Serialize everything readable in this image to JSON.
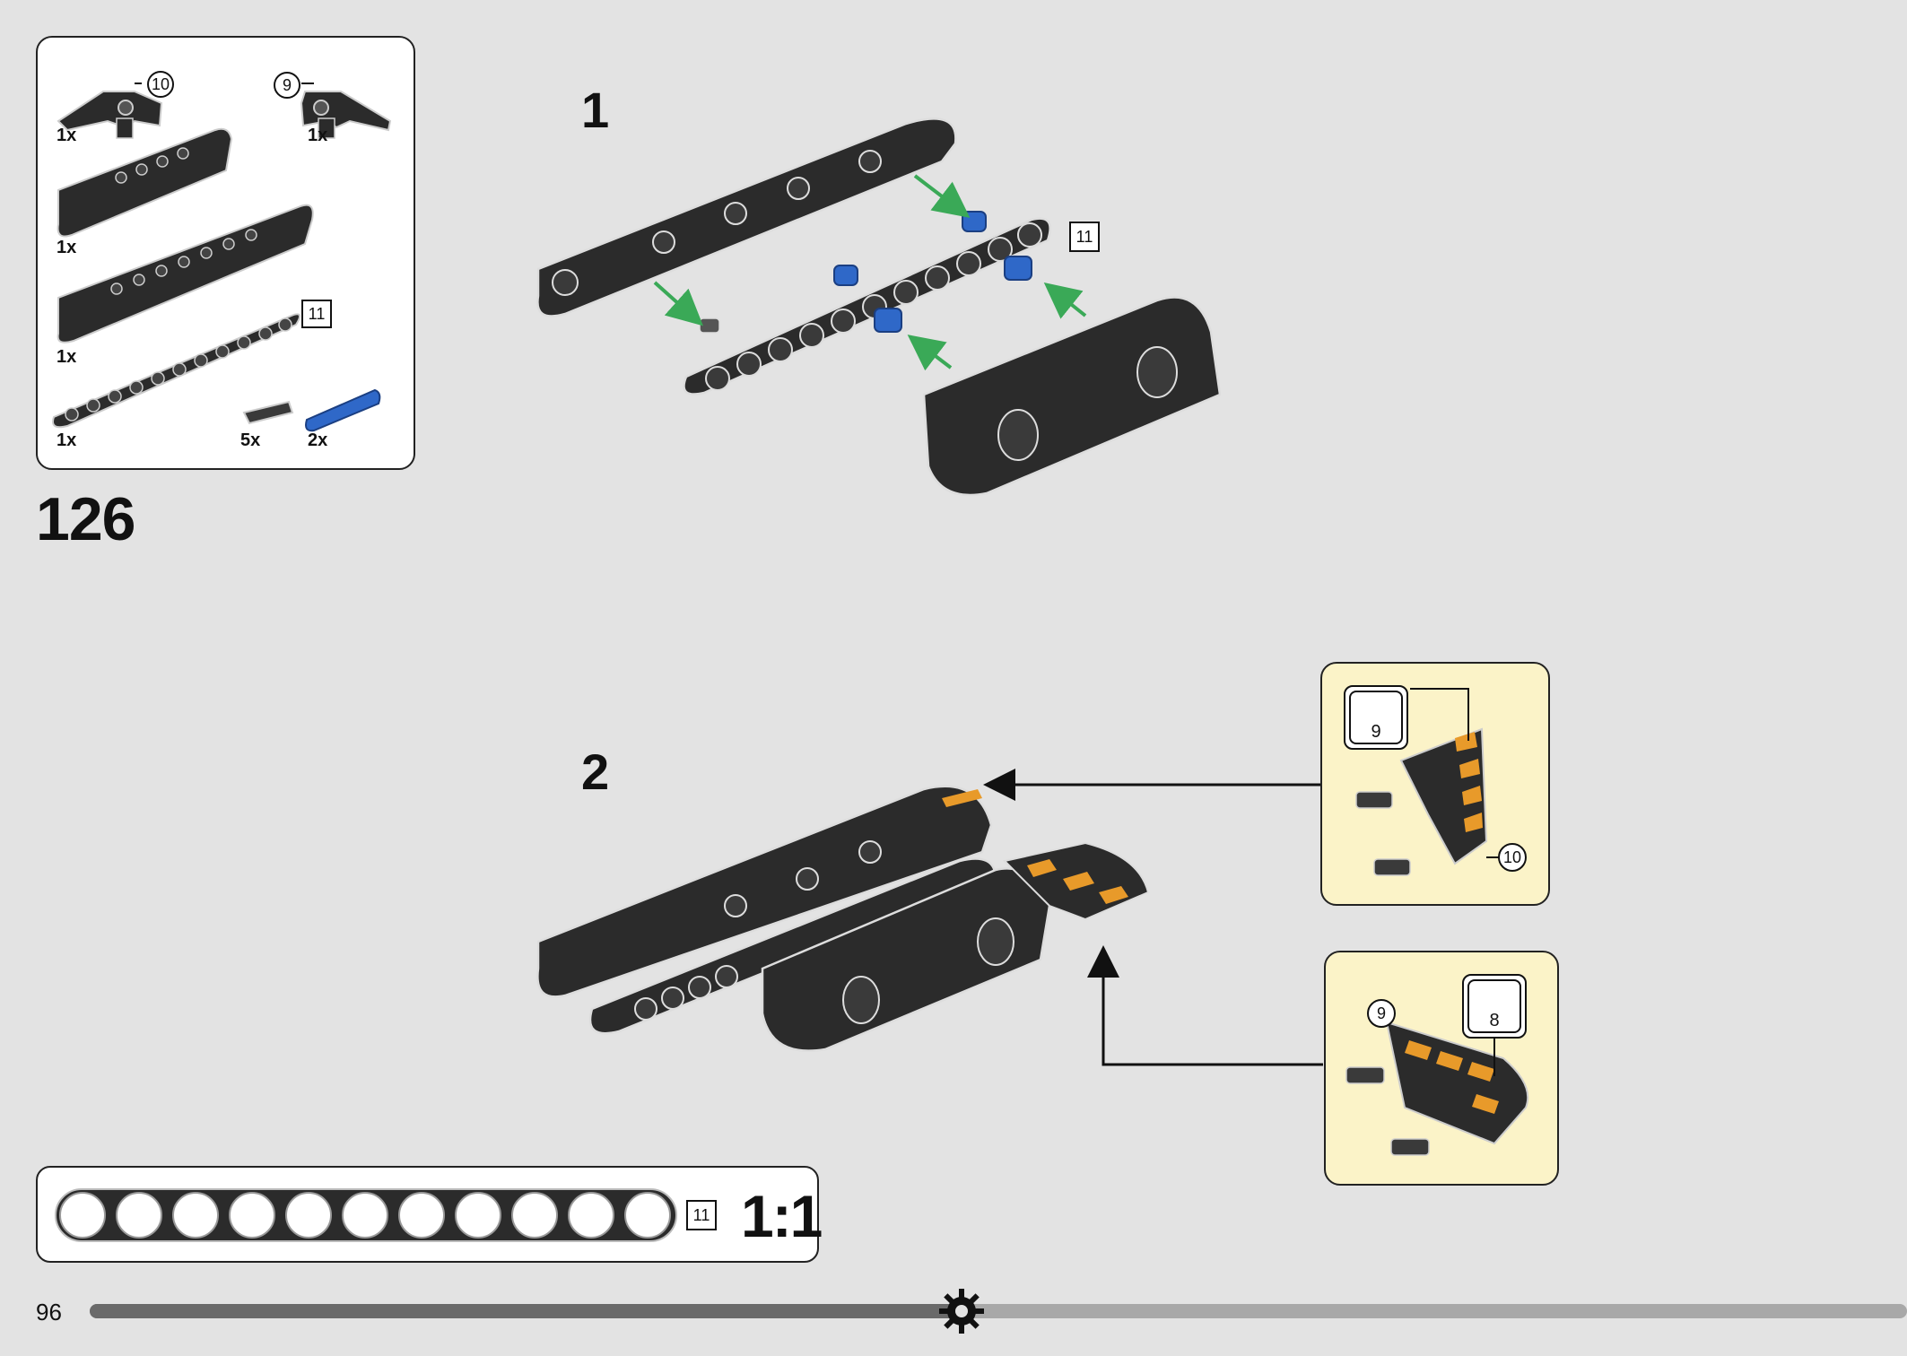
{
  "page": {
    "step_number": "126",
    "page_number": "96",
    "progress": 0.48
  },
  "parts_list": {
    "items": [
      {
        "name": "panel-right",
        "qty": "1x",
        "callout": "10"
      },
      {
        "name": "panel-left",
        "qty": "1x",
        "callout": "9"
      },
      {
        "name": "curved-beam-short",
        "qty": "1x"
      },
      {
        "name": "curved-beam-long",
        "qty": "1x"
      },
      {
        "name": "liftarm-11",
        "qty": "1x",
        "length": "11"
      },
      {
        "name": "pin-grey",
        "qty": "5x"
      },
      {
        "name": "pin-blue",
        "qty": "2x"
      }
    ]
  },
  "substeps": {
    "one": {
      "label": "1",
      "length_tag": "11"
    },
    "two": {
      "label": "2"
    }
  },
  "stickers": {
    "top": {
      "sticker_number": "9",
      "part_callout": "10"
    },
    "bottom": {
      "sticker_number": "8",
      "part_callout": "9"
    }
  },
  "ruler": {
    "length_tag": "11",
    "scale": "1:1",
    "hole_count": 11
  },
  "colors": {
    "background": "#e3e3e3",
    "part_dark": "#2b2b2b",
    "pin_blue": "#2f68c8",
    "arrow_green": "#3aa957",
    "sticker_orange": "#e89a2a",
    "sticker_panel": "#fbf3c8"
  }
}
